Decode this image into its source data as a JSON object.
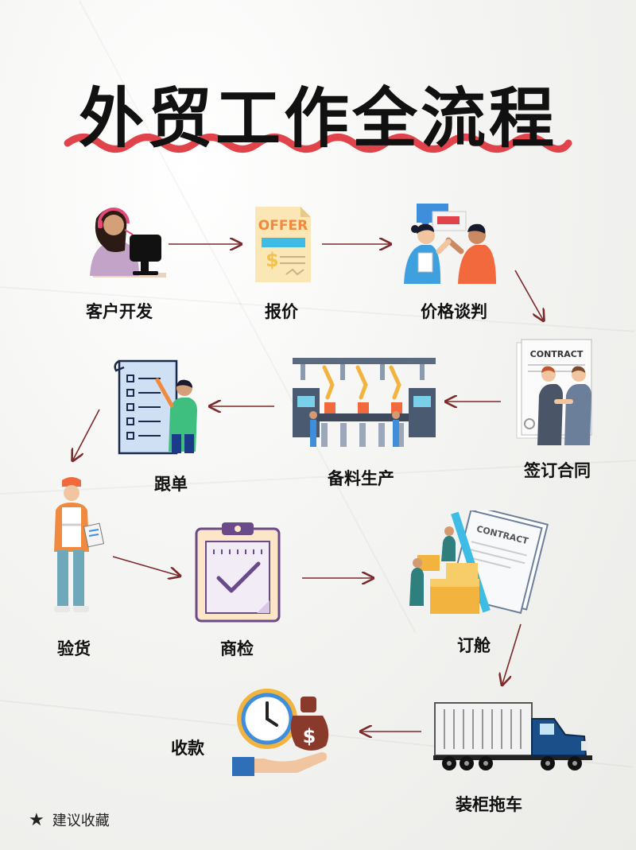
{
  "title": "外贸工作全流程",
  "steps": {
    "s1": "客户开发",
    "s2": "报价",
    "s3": "价格谈判",
    "s4": "签订合同",
    "s5": "备料生产",
    "s6": "跟单",
    "s7": "验货",
    "s8": "商检",
    "s9": "订舱",
    "s10": "装柜拖车",
    "s11": "收款"
  },
  "offer_text": "OFFER",
  "contract_text": "CONTRACT",
  "dollar": "$",
  "footer": {
    "star": "★",
    "text": "建议收藏"
  },
  "colors": {
    "accent_red": "#e0444a",
    "arrow": "#7a2a2a",
    "blue": "#3f8edb",
    "orange": "#f08a3e"
  }
}
